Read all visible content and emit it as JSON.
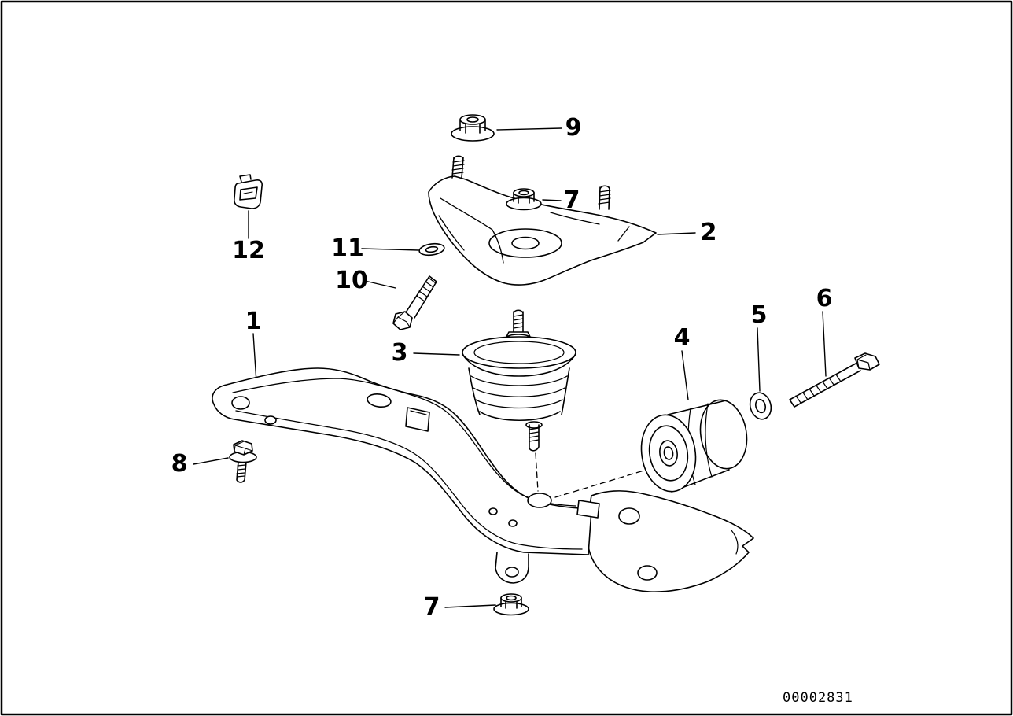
{
  "diagram": {
    "drawing_number": "00002831",
    "callouts": [
      {
        "label": "9"
      },
      {
        "label": "7"
      },
      {
        "label": "2"
      },
      {
        "label": "12"
      },
      {
        "label": "11"
      },
      {
        "label": "10"
      },
      {
        "label": "1"
      },
      {
        "label": "3"
      },
      {
        "label": "4"
      },
      {
        "label": "5"
      },
      {
        "label": "6"
      },
      {
        "label": "8"
      },
      {
        "label": "7"
      }
    ]
  }
}
